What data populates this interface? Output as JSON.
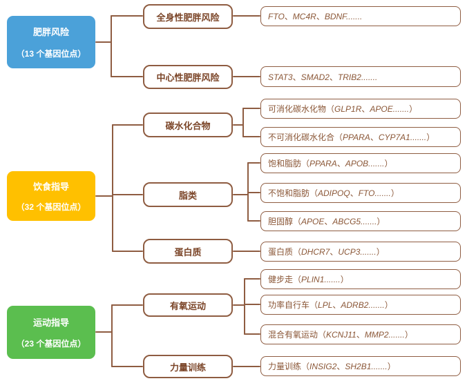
{
  "diagram": {
    "colors": {
      "obesity_root": "#4BA1D9",
      "diet_root": "#FFC000",
      "exercise_root": "#5BBE4F",
      "connector_brown": "#8E5C41"
    },
    "groups": [
      {
        "root": {
          "title": "肥胖风险",
          "subtitle": "（13 个基因位点）"
        },
        "branches": [
          {
            "label": "全身性肥胖风险",
            "leaves": [
              "FTO、MC4R、BDNF......."
            ]
          },
          {
            "label": "中心性肥胖风险",
            "leaves": [
              "STAT3、SMAD2、TRIB2......."
            ]
          }
        ]
      },
      {
        "root": {
          "title": "饮食指导",
          "subtitle": "（32 个基因位点）"
        },
        "branches": [
          {
            "label": "碳水化合物",
            "leaves": [
              "可消化碳水化物（GLP1R、APOE.......）",
              "不可消化碳水化合（PPARA、CYP7A1.......）"
            ]
          },
          {
            "label": "脂类",
            "leaves": [
              "饱和脂肪（PPARA、APOB.......）",
              "不饱和脂肪（ADIPOQ、FTO.......）",
              "胆固醇（APOE、ABCG5.......）"
            ]
          },
          {
            "label": "蛋白质",
            "leaves": [
              "蛋白质（DHCR7、UCP3.......）"
            ]
          }
        ]
      },
      {
        "root": {
          "title": "运动指导",
          "subtitle": "（23 个基因位点）"
        },
        "branches": [
          {
            "label": "有氧运动",
            "leaves": [
              "健步走（PLIN1.......）",
              "功率自行车（LPL、ADRB2.......）",
              "混合有氧运动（KCNJ11、MMP2.......）"
            ]
          },
          {
            "label": "力量训练",
            "leaves": [
              "力量训练（INSIG2、SH2B1.......）"
            ]
          }
        ]
      }
    ]
  }
}
